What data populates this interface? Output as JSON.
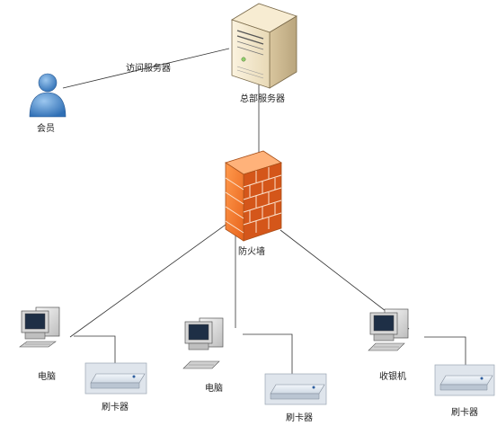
{
  "labels": {
    "visit_server": "访问服务器",
    "member": "会员",
    "hq_server": "总部服务器",
    "firewall": "防火墙",
    "computer_left": "电脑",
    "computer_mid": "电脑",
    "cashier": "收银机",
    "card_reader_left": "刷卡器",
    "card_reader_mid": "刷卡器",
    "card_reader_right": "刷卡器"
  },
  "icons": {
    "server": "server-icon",
    "member": "person-icon",
    "firewall": "firewall-icon",
    "computer": "computer-icon",
    "card_reader": "card-reader-icon"
  }
}
